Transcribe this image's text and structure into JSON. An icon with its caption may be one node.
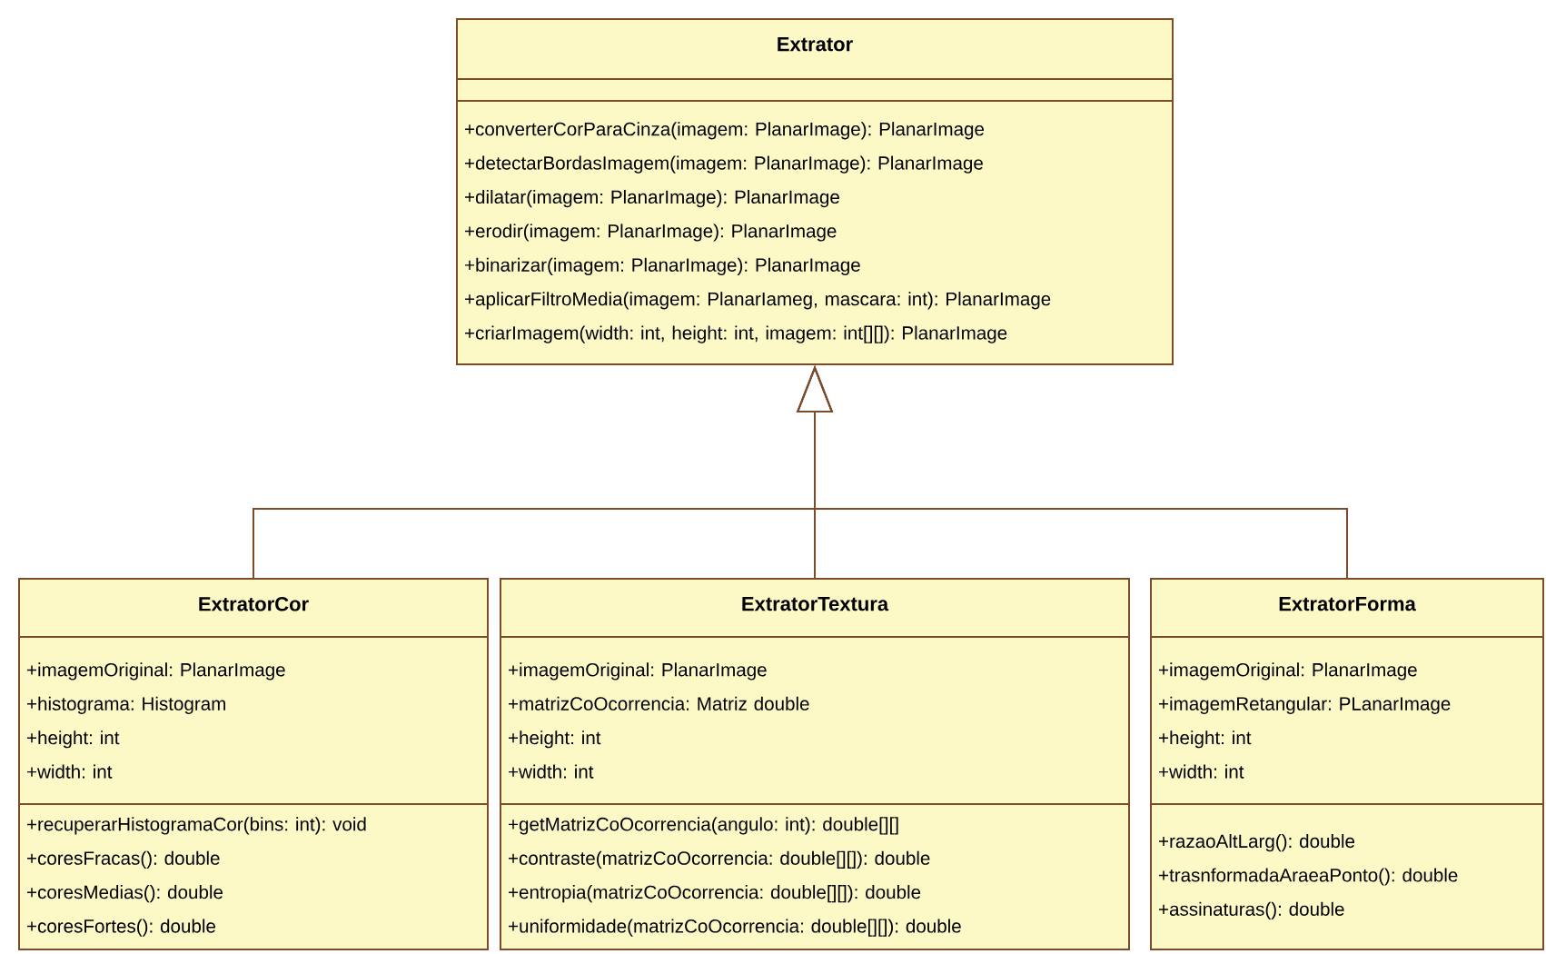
{
  "diagram": {
    "nodes": [
      {
        "text": [
          "Extrator"
        ]
      },
      {
        "text": [],
        "shape": "box",
        "in": 0
      },
      {
        "text": [
          "+converterCorParaCinza(imagem: PlanarImage): PlanarImage",
          "+detectarBordasImagem(imagem: PlanarImage): PlanarImage",
          "+dilatar(imagem: PlanarImage): PlanarImage",
          "+erodir(imagem: PlanarImage): PlanarImage",
          "+binarizar(imagem: PlanarImage): PlanarImage",
          "+aplicarFiltroMedia(imagem: PlanarIameg, mascara: int): PlanarImage",
          "+criarImagem(width: int, height: int, imagem: int[][]): PlanarImage"
        ],
        "in": 0
      },
      {
        "text": [
          "ExtratorCor"
        ]
      },
      {
        "text": [
          "+imagemOriginal: PlanarImage",
          "+histograma: Histogram",
          "+height: int",
          "+width: int"
        ],
        "in": 3
      },
      {
        "text": [
          "+recuperarHistogramaCor(bins: int): void",
          "+coresFracas(): double",
          "+coresMedias(): double",
          "+coresFortes(): double"
        ],
        "in": 3
      },
      {
        "text": [
          "ExtratorTextura"
        ]
      },
      {
        "text": [
          "+imagemOriginal: PlanarImage",
          "+matrizCoOcorrencia: Matriz double",
          "+height: int",
          "+width: int"
        ],
        "in": 6
      },
      {
        "text": [
          "+getMatrizCoOcorrencia(angulo: int): double[][]",
          "+contraste(matrizCoOcorrencia: double[][]): double",
          "+entropia(matrizCoOcorrencia: double[][]): double",
          "+uniformidade(matrizCoOcorrencia: double[][]): double"
        ],
        "in": 6
      },
      {
        "text": [
          "ExtratorForma"
        ]
      },
      {
        "text": [
          "+imagemOriginal: PlanarImage",
          "+imagemRetangular: PLanarImage",
          "+height: int",
          "+width: int"
        ],
        "in": 9
      },
      {
        "text": [
          "+razaoAltLarg(): double",
          "+trasnformadaAraeaPonto(): double",
          "+assinaturas(): double"
        ],
        "in": 9
      }
    ],
    "edges": [
      {
        "from": 3,
        "to": 0,
        "arrow": "to"
      },
      {
        "from": 6,
        "to": 0,
        "arrow": "to"
      },
      {
        "from": 9,
        "to": 0,
        "arrow": "to"
      }
    ]
  }
}
